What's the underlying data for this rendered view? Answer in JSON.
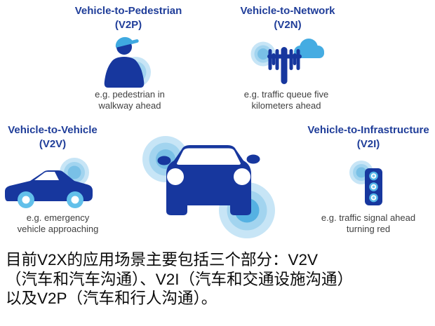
{
  "colors": {
    "navy": "#17379e",
    "title_blue": "#1f3d99",
    "light_blue": "#45ace2",
    "cap_blue": "#3fa9e0",
    "wheel_blue": "#62c0ea",
    "ripple_outer": "#c7e5f6",
    "ripple_mid": "#a2d4ef",
    "ripple_inner": "#79c0e6",
    "ripple_deep": "#55b1e2",
    "caption_gray": "#3f3f3f",
    "body_text": "#0b0b0b"
  },
  "icons": {
    "v2p": "pedestrian-icon",
    "v2n": "antenna-cloud-icon",
    "v2v": "car-side-icon",
    "v2i": "traffic-light-icon",
    "center": "car-front-icon",
    "waves": "signal-ripple-icon"
  },
  "quadrants": {
    "v2p": {
      "title": "Vehicle-to-Pedestrian",
      "abbr": "(V2P)",
      "caption_line1": "e.g. pedestrian in",
      "caption_line2": "walkway ahead"
    },
    "v2n": {
      "title": "Vehicle-to-Network",
      "abbr": "(V2N)",
      "caption_line1": "e.g. traffic queue five",
      "caption_line2": "kilometers ahead"
    },
    "v2v": {
      "title": "Vehicle-to-Vehicle",
      "abbr": "(V2V)",
      "caption_line1": "e.g. emergency",
      "caption_line2": "vehicle approaching"
    },
    "v2i": {
      "title": "Vehicle-to-Infrastructure",
      "abbr": "(V2I)",
      "caption_line1": "e.g. traffic signal ahead",
      "caption_line2": "turning red"
    }
  },
  "description": {
    "line1": "目前V2X的应用场景主要包括三个部分：V2V",
    "line2": "（汽车和汽车沟通）、V2I（汽车和交通设施沟通）",
    "line3": "以及V2P（汽车和行人沟通）。"
  }
}
